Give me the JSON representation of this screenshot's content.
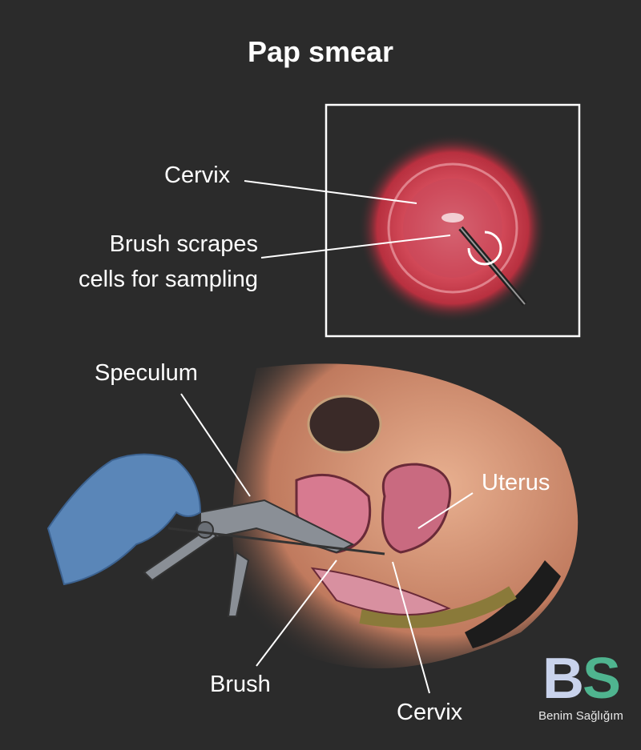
{
  "title": "Pap smear",
  "inset": {
    "cervix_label": "Cervix",
    "brush_label_line1": "Brush scrapes",
    "brush_label_line2": "cells for sampling"
  },
  "anatomy": {
    "speculum_label": "Speculum",
    "uterus_label": "Uterus",
    "brush_label": "Brush",
    "cervix_label": "Cervix"
  },
  "logo": {
    "letters_b": "B",
    "letters_s": "S",
    "name": "Benim Sağlığım",
    "color_b": "#c9d3ec",
    "color_s": "#4fb48f"
  },
  "colors": {
    "background": "#2b2b2b",
    "cervix_red": "#d94a5a",
    "skin": "#d9967a",
    "glove": "#5a86b8"
  }
}
